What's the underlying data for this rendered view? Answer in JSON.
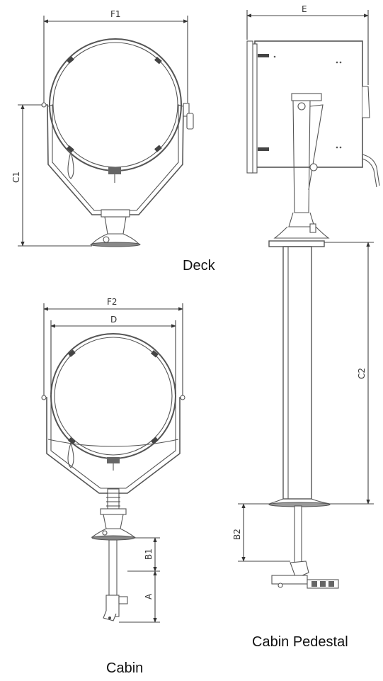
{
  "captions": {
    "deck": "Deck",
    "cabin": "Cabin",
    "cabin_pedestal": "Cabin Pedestal"
  },
  "dimensions": {
    "F1": "F1",
    "C1": "C1",
    "E": "E",
    "F2": "F2",
    "D": "D",
    "C2": "C2",
    "B1": "B1",
    "A": "A",
    "B2": "B2"
  }
}
